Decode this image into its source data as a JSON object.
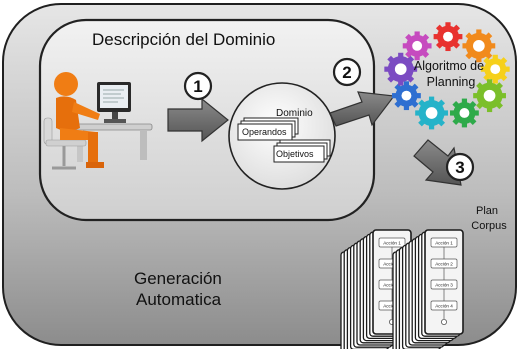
{
  "outer_panel": {
    "label_line1": "Generación",
    "label_line2": "Automatica"
  },
  "domain_panel": {
    "title": "Descripción del Dominio"
  },
  "domain_circle": {
    "title": "Dominio",
    "cards": [
      "Operandos",
      "Objetivos"
    ]
  },
  "steps": [
    "1",
    "2",
    "3"
  ],
  "algorithm": {
    "line1": "Algoritmo de",
    "line2": "Planning"
  },
  "plan_corpus": {
    "line1": "Plan",
    "line2": "Corpus",
    "actions": [
      "Acción 1",
      "Acción 2",
      "Acción 3",
      "Acción 4"
    ]
  },
  "colors": {
    "panel_gradient_top": "#e2e2e2",
    "panel_gradient_bottom": "#8f8f8f",
    "arrow_gray": "#6f6f6f",
    "figure_orange": "#f07d14",
    "gears": [
      "#e8322f",
      "#f18a1c",
      "#f6d01b",
      "#7bbf2a",
      "#2eaa4a",
      "#25b3c9",
      "#2f6fd1",
      "#7b4bc2",
      "#c64bbf"
    ]
  },
  "icons": [
    "person-at-computer-icon",
    "gears-icon",
    "document-stack-icon"
  ]
}
